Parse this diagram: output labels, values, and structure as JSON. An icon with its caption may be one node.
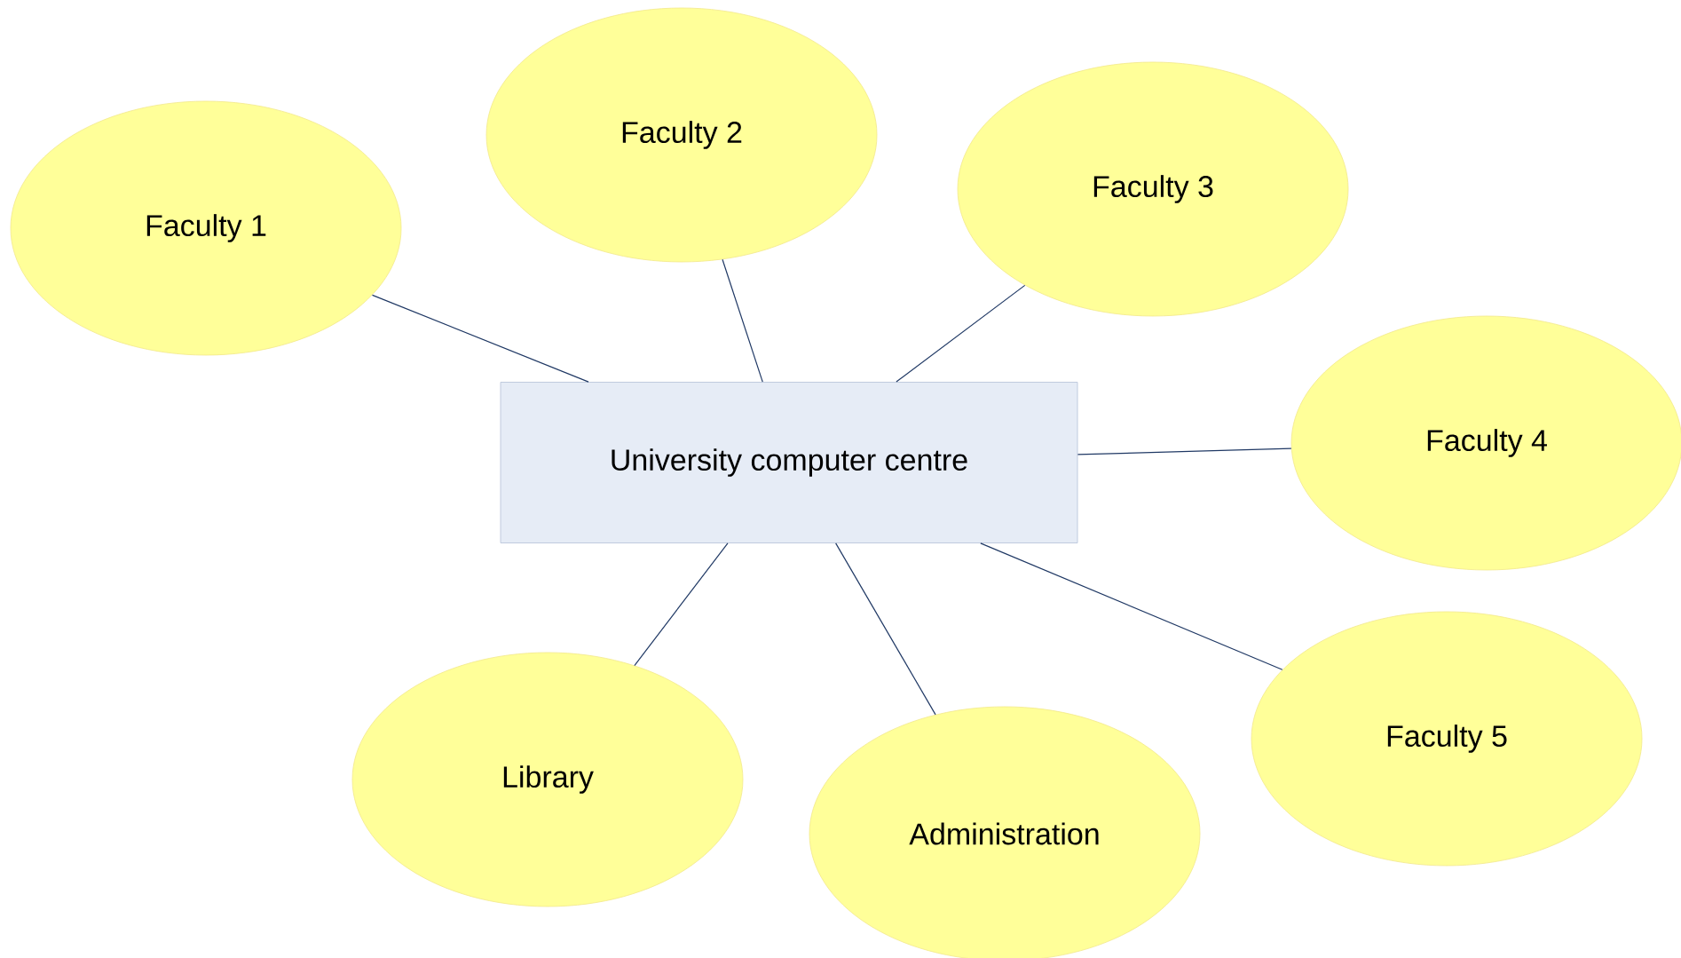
{
  "diagram": {
    "nodes": [
      {
        "text": [
          "University computer centre"
        ]
      },
      {
        "text": [
          "Faculty 1"
        ]
      },
      {
        "text": [
          "Faculty 2"
        ]
      },
      {
        "text": [
          "Faculty 3"
        ]
      },
      {
        "text": [
          "Faculty 4"
        ]
      },
      {
        "text": [
          "Faculty 5"
        ]
      },
      {
        "text": [
          "Library"
        ]
      },
      {
        "text": [
          "Administration"
        ]
      }
    ],
    "edges": [
      {
        "from": 0,
        "to": 1,
        "arrow": "none"
      },
      {
        "from": 0,
        "to": 2,
        "arrow": "none"
      },
      {
        "from": 0,
        "to": 3,
        "arrow": "none"
      },
      {
        "from": 0,
        "to": 4,
        "arrow": "none"
      },
      {
        "from": 0,
        "to": 5,
        "arrow": "none"
      },
      {
        "from": 0,
        "to": 6,
        "arrow": "none"
      },
      {
        "from": 0,
        "to": 7,
        "arrow": "none"
      }
    ]
  }
}
